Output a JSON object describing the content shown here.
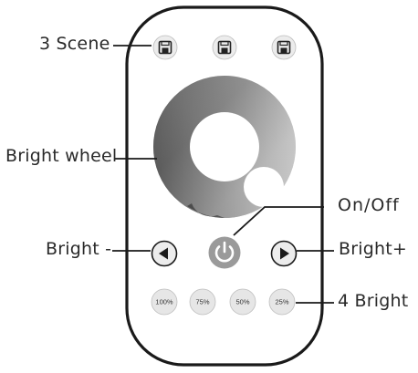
{
  "labels": {
    "scene": "3 Scene",
    "bright_wheel": "Bright wheel",
    "on_off": "On/Off",
    "bright_minus": "Bright -",
    "bright_plus": "Bright+",
    "four_bright": "4 Bright"
  },
  "scene_buttons": [
    {
      "icon": "save-icon"
    },
    {
      "icon": "save-icon"
    },
    {
      "icon": "save-icon"
    }
  ],
  "brightness_buttons": [
    "100%",
    "75%",
    "50%",
    "25%"
  ],
  "controls": {
    "power_icon": "power-icon",
    "left_icon": "triangle-left-icon",
    "right_icon": "triangle-right-icon"
  },
  "colors": {
    "remote_outline": "#1a1a1a",
    "button_fill": "#e6e6e6",
    "power_fill": "#9a9a9a",
    "wheel_dark": "#2e2e2e",
    "wheel_light": "#ffffff"
  }
}
